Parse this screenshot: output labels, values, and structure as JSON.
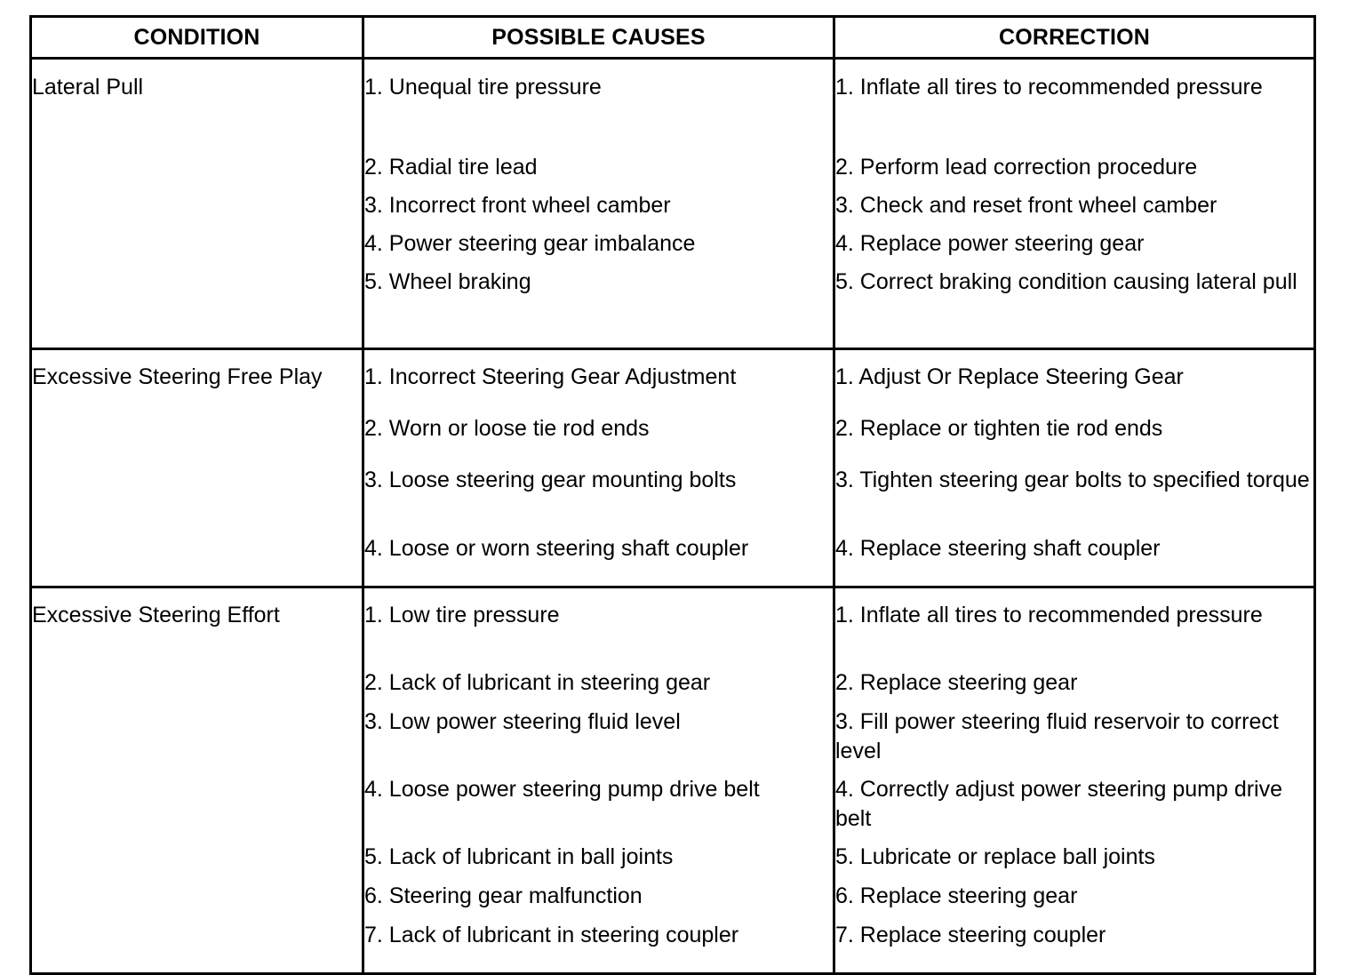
{
  "table": {
    "headers": [
      {
        "label": "CONDITION"
      },
      {
        "label": "POSSIBLE CAUSES"
      },
      {
        "label": "CORRECTION"
      }
    ],
    "rows": [
      {
        "condition": "Lateral Pull",
        "causes": [
          "1. Unequal tire pressure",
          "2. Radial tire lead",
          "3. Incorrect front wheel camber",
          "4. Power steering gear imbalance",
          "5. Wheel braking"
        ],
        "corrections": [
          "1. Inflate all tires to recommended pressure",
          "2. Perform lead correction procedure",
          "3. Check and reset front wheel camber",
          "4. Replace power steering gear",
          "5. Correct braking condition causing lateral pull"
        ],
        "cause_slots": [
          2,
          1,
          1,
          1,
          2
        ],
        "correction_slots": [
          2,
          1,
          1,
          1,
          2
        ]
      },
      {
        "condition": "Excessive Steering Free Play",
        "causes": [
          "1. Incorrect Steering Gear Adjustment",
          "2. Worn or loose tie rod ends",
          "3. Loose steering gear mounting bolts",
          "4. Loose or worn steering shaft coupler"
        ],
        "corrections": [
          "1. Adjust Or Replace Steering Gear",
          "2. Replace or tighten tie rod ends",
          "3. Tighten steering gear bolts to specified torque",
          "4. Replace steering shaft coupler"
        ],
        "cause_slots": [
          1,
          1,
          2,
          1
        ],
        "correction_slots": [
          1,
          1,
          2,
          1
        ]
      },
      {
        "condition": "Excessive Steering Effort",
        "causes": [
          "1. Low tire pressure",
          "2. Lack of lubricant in steering gear",
          "3. Low power steering fluid level",
          "4. Loose power steering pump drive belt",
          "5. Lack of lubricant in ball joints",
          "6. Steering gear malfunction",
          "7. Lack of lubricant in steering coupler"
        ],
        "corrections": [
          "1. Inflate all tires to recommended pressure",
          "2. Replace steering gear",
          "3. Fill power steering fluid reservoir to correct level",
          "4. Correctly adjust power steering pump drive belt",
          "5. Lubricate or replace ball joints",
          "6. Replace steering gear",
          "7. Replace steering coupler"
        ],
        "cause_slots": [
          2,
          1,
          2,
          2,
          1,
          1,
          1
        ],
        "correction_slots": [
          2,
          1,
          2,
          2,
          1,
          1,
          1
        ]
      }
    ]
  },
  "style": {
    "border_color": "#000000",
    "text_color": "#000000",
    "background_color": "#ffffff"
  }
}
